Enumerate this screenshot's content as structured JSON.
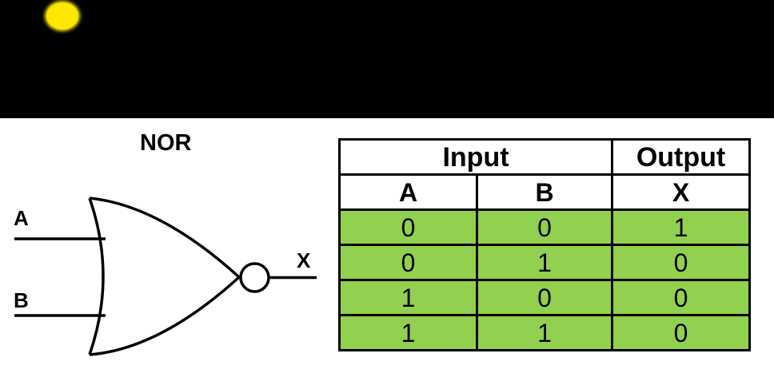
{
  "banner": {
    "background": "#000000",
    "sun_color": "#FFE600"
  },
  "diagram": {
    "title": "NOR",
    "input_a_label": "A",
    "input_b_label": "B",
    "output_label": "X",
    "stroke_color": "#000000"
  },
  "truth_table": {
    "header_input": "Input",
    "header_output": "Output",
    "columns": [
      "A",
      "B",
      "X"
    ],
    "rows": [
      [
        "0",
        "0",
        "1"
      ],
      [
        "0",
        "1",
        "0"
      ],
      [
        "1",
        "0",
        "0"
      ],
      [
        "1",
        "1",
        "0"
      ]
    ],
    "row_background": "#92D050",
    "border_color": "#000000"
  }
}
